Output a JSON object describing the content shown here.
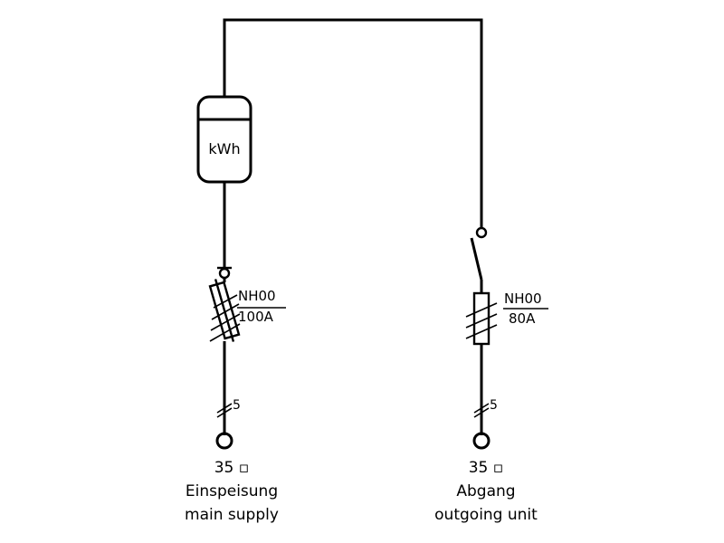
{
  "meter": {
    "label": "kWh"
  },
  "supply": {
    "fuse_type": "NH00",
    "fuse_rating": "100A",
    "conductors": "5",
    "cross_section": "35 ▫",
    "name_de": "Einspeisung",
    "name_en": "main supply"
  },
  "outgoing": {
    "fuse_type": "NH00",
    "fuse_rating": "80A",
    "conductors": "5",
    "cross_section": "35 ▫",
    "name_de": "Abgang",
    "name_en": "outgoing unit"
  }
}
